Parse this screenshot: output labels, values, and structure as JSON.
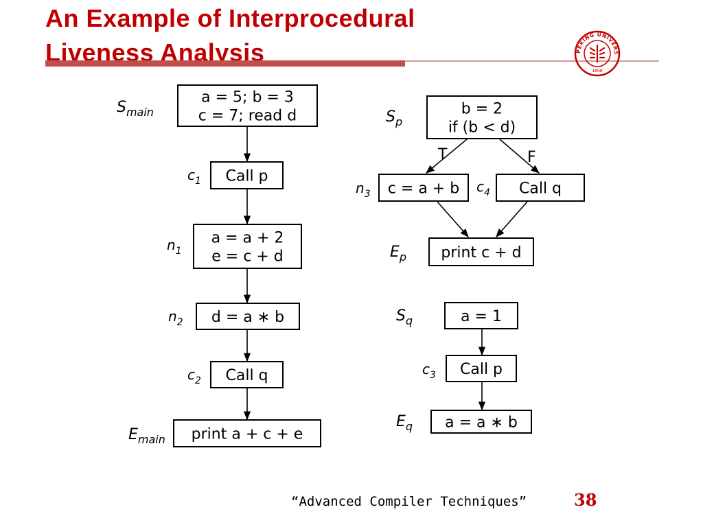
{
  "slide": {
    "title_line1": "An Example of Interprocedural",
    "title_line2": "Liveness Analysis",
    "footer": "“Advanced Compiler Techniques”",
    "page_number": "38"
  },
  "colors": {
    "title": "#c00000",
    "accent_bar": "#c0504d",
    "thin_line": "#d99594"
  },
  "logo": {
    "text": "PEKING UNIVERSITY",
    "year": "1898"
  },
  "nodes": {
    "s_main": {
      "label": "S",
      "sub": "main",
      "lines": [
        "a = 5; b = 3",
        "c = 7; read  d"
      ]
    },
    "c1": {
      "label": "c",
      "sub": "1",
      "lines": [
        "Call p"
      ]
    },
    "n1": {
      "label": "n",
      "sub": "1",
      "lines": [
        "a = a + 2",
        "e = c + d"
      ]
    },
    "n2": {
      "label": "n",
      "sub": "2",
      "lines": [
        "d = a ∗ b"
      ]
    },
    "c2": {
      "label": "c",
      "sub": "2",
      "lines": [
        "Call q"
      ]
    },
    "e_main": {
      "label": "E",
      "sub": "main",
      "lines": [
        "print  a + c + e"
      ]
    },
    "s_p": {
      "label": "S",
      "sub": "p",
      "lines": [
        "b = 2",
        "if  (b < d)"
      ]
    },
    "n3": {
      "label": "n",
      "sub": "3",
      "lines": [
        "c = a + b"
      ]
    },
    "c4": {
      "label": "c",
      "sub": "4",
      "lines": [
        "Call q"
      ]
    },
    "e_p": {
      "label": "E",
      "sub": "p",
      "lines": [
        "print  c + d"
      ]
    },
    "s_q": {
      "label": "S",
      "sub": "q",
      "lines": [
        "a = 1"
      ]
    },
    "c3": {
      "label": "c",
      "sub": "3",
      "lines": [
        "Call p"
      ]
    },
    "e_q": {
      "label": "E",
      "sub": "q",
      "lines": [
        "a = a ∗ b"
      ]
    }
  },
  "edges": [
    {
      "from": "s_main",
      "to": "c1"
    },
    {
      "from": "c1",
      "to": "n1"
    },
    {
      "from": "n1",
      "to": "n2"
    },
    {
      "from": "n2",
      "to": "c2"
    },
    {
      "from": "c2",
      "to": "e_main"
    },
    {
      "from": "s_p",
      "to": "n3",
      "label": "T"
    },
    {
      "from": "s_p",
      "to": "c4",
      "label": "F"
    },
    {
      "from": "n3",
      "to": "e_p"
    },
    {
      "from": "c4",
      "to": "e_p"
    },
    {
      "from": "s_q",
      "to": "c3"
    },
    {
      "from": "c3",
      "to": "e_q"
    }
  ]
}
